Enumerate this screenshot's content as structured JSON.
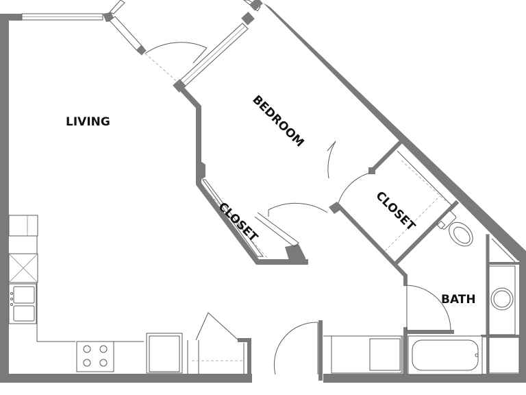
{
  "rooms": {
    "living": "LIVING",
    "bedroom": "BEDROOM",
    "closet_bedroom": "CLOSET",
    "closet_living": "CLOSET",
    "bath": "BATH"
  },
  "colors": {
    "wall": "#7a7a7a",
    "line": "#5a5a5a",
    "label": "#111111",
    "background": "#ffffff"
  }
}
